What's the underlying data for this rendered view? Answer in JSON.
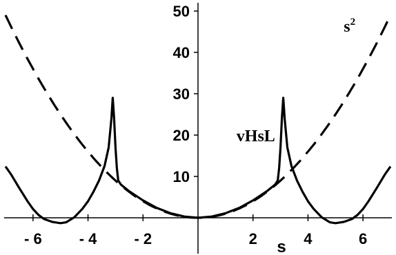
{
  "chart_data": {
    "type": "line",
    "title": "",
    "xlabel": "s",
    "ylabel": "",
    "xlim": [
      -7.0,
      7.0
    ],
    "ylim": [
      -2,
      52
    ],
    "x_ticks": [
      -6,
      -4,
      -2,
      2,
      4,
      6
    ],
    "x_tick_labels": [
      "- 6",
      "- 4",
      "- 2",
      "2",
      "4",
      "6"
    ],
    "y_ticks": [
      10,
      20,
      30,
      40,
      50
    ],
    "y_tick_labels": [
      "10",
      "20",
      "30",
      "40",
      "50"
    ],
    "grid": false,
    "legend": "none",
    "series": [
      {
        "name": "vHsL",
        "style": "solid",
        "color": "#000000",
        "points": [
          [
            -7.0,
            12.4
          ],
          [
            -6.8,
            10.5
          ],
          [
            -6.5,
            7.2
          ],
          [
            -6.2,
            4.0
          ],
          [
            -6.0,
            2.1
          ],
          [
            -5.8,
            0.7
          ],
          [
            -5.6,
            -0.3
          ],
          [
            -5.3,
            -1.0
          ],
          [
            -5.0,
            -1.3
          ],
          [
            -4.8,
            -1.1
          ],
          [
            -4.5,
            0.1
          ],
          [
            -4.2,
            2.2
          ],
          [
            -4.0,
            4.0
          ],
          [
            -3.8,
            6.3
          ],
          [
            -3.6,
            9.0
          ],
          [
            -3.4,
            12.5
          ],
          [
            -3.25,
            17.0
          ],
          [
            -3.15,
            24.0
          ],
          [
            -3.1,
            29.0
          ],
          [
            -3.05,
            24.0
          ],
          [
            -3.0,
            17.0
          ],
          [
            -2.95,
            12.0
          ],
          [
            -2.9,
            9.0
          ],
          [
            -2.8,
            8.0
          ],
          [
            -2.5,
            6.4
          ],
          [
            -2.0,
            4.2
          ],
          [
            -1.5,
            2.4
          ],
          [
            -1.0,
            1.1
          ],
          [
            -0.5,
            0.3
          ],
          [
            0.0,
            0.0
          ],
          [
            0.5,
            0.3
          ],
          [
            1.0,
            1.1
          ],
          [
            1.5,
            2.4
          ],
          [
            2.0,
            4.2
          ],
          [
            2.5,
            6.4
          ],
          [
            2.8,
            8.0
          ],
          [
            2.9,
            9.0
          ],
          [
            2.95,
            12.0
          ],
          [
            3.0,
            17.0
          ],
          [
            3.05,
            24.0
          ],
          [
            3.1,
            29.0
          ],
          [
            3.15,
            24.0
          ],
          [
            3.25,
            17.0
          ],
          [
            3.4,
            12.5
          ],
          [
            3.6,
            9.0
          ],
          [
            3.8,
            6.3
          ],
          [
            4.0,
            4.0
          ],
          [
            4.2,
            2.2
          ],
          [
            4.5,
            0.1
          ],
          [
            4.8,
            -1.1
          ],
          [
            5.0,
            -1.3
          ],
          [
            5.3,
            -1.0
          ],
          [
            5.6,
            -0.3
          ],
          [
            5.8,
            0.7
          ],
          [
            6.0,
            2.1
          ],
          [
            6.2,
            4.0
          ],
          [
            6.5,
            7.2
          ],
          [
            6.8,
            10.5
          ],
          [
            7.0,
            12.4
          ]
        ]
      },
      {
        "name": "s²",
        "style": "dashed",
        "color": "#000000",
        "function": "s^2",
        "domain": [
          -7.0,
          7.0
        ]
      }
    ],
    "annotations": [
      {
        "text": "vHsL",
        "x": 1.4,
        "y": 18.5
      },
      {
        "text": "s",
        "sup": "2",
        "x": 5.3,
        "y": 45.0
      }
    ]
  }
}
